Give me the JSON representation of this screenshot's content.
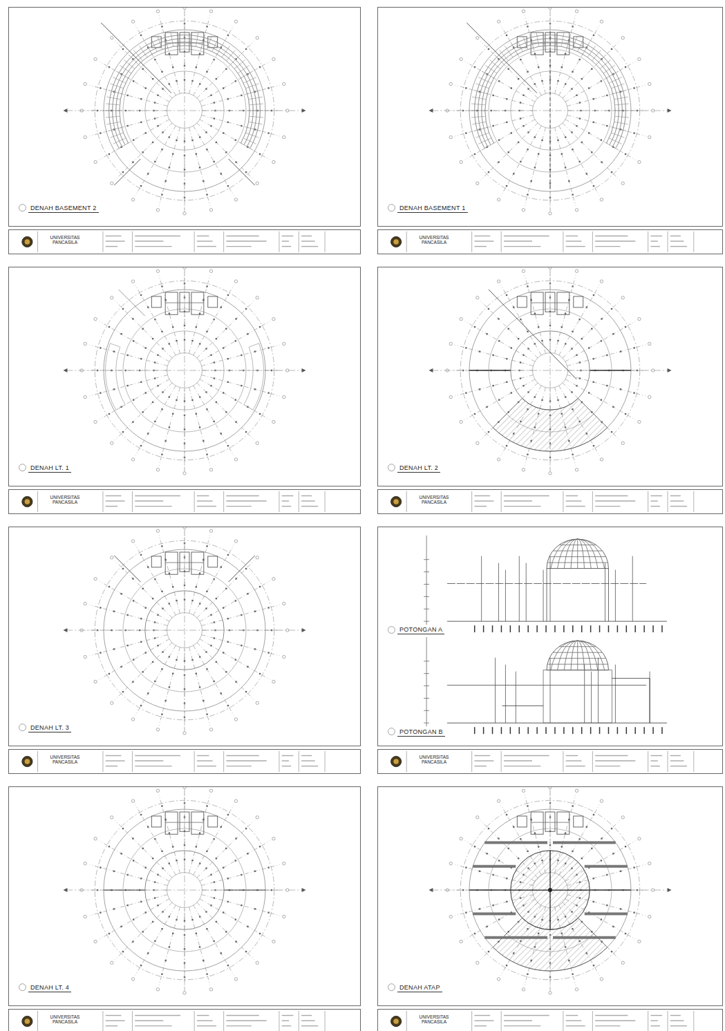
{
  "diagram": {
    "nodes": [
      {
        "text": [
          "DENAH BASEMENT 2"
        ]
      },
      {
        "text": [
          "DENAH BASEMENT 1"
        ]
      },
      {
        "text": [
          "UNIVERSITAS PANCASILA"
        ]
      },
      {
        "text": [
          "UNIVERSITAS PANCASILA"
        ]
      },
      {
        "text": [
          "DENAH LT. 1"
        ]
      },
      {
        "text": [
          "DENAH LT. 2"
        ]
      },
      {
        "text": [
          "UNIVERSITAS PANCASILA"
        ]
      },
      {
        "text": [
          "UNIVERSITAS PANCASILA"
        ]
      },
      {
        "text": [
          "DENAH LT. 3"
        ]
      },
      {
        "text": [
          "POTONGAN A",
          "POTONGAN B"
        ]
      },
      {
        "text": [
          "UNIVERSITAS PANCASILA"
        ]
      },
      {
        "text": [
          "UNIVERSITAS PANCASILA"
        ]
      },
      {
        "text": [
          "DENAH LT. 4"
        ]
      },
      {
        "text": [
          "DENAH ATAP"
        ]
      },
      {
        "text": [
          "UNIVERSITAS PANCASILA"
        ]
      },
      {
        "text": [
          "UNIVERSITAS PANCASILA"
        ]
      }
    ]
  }
}
